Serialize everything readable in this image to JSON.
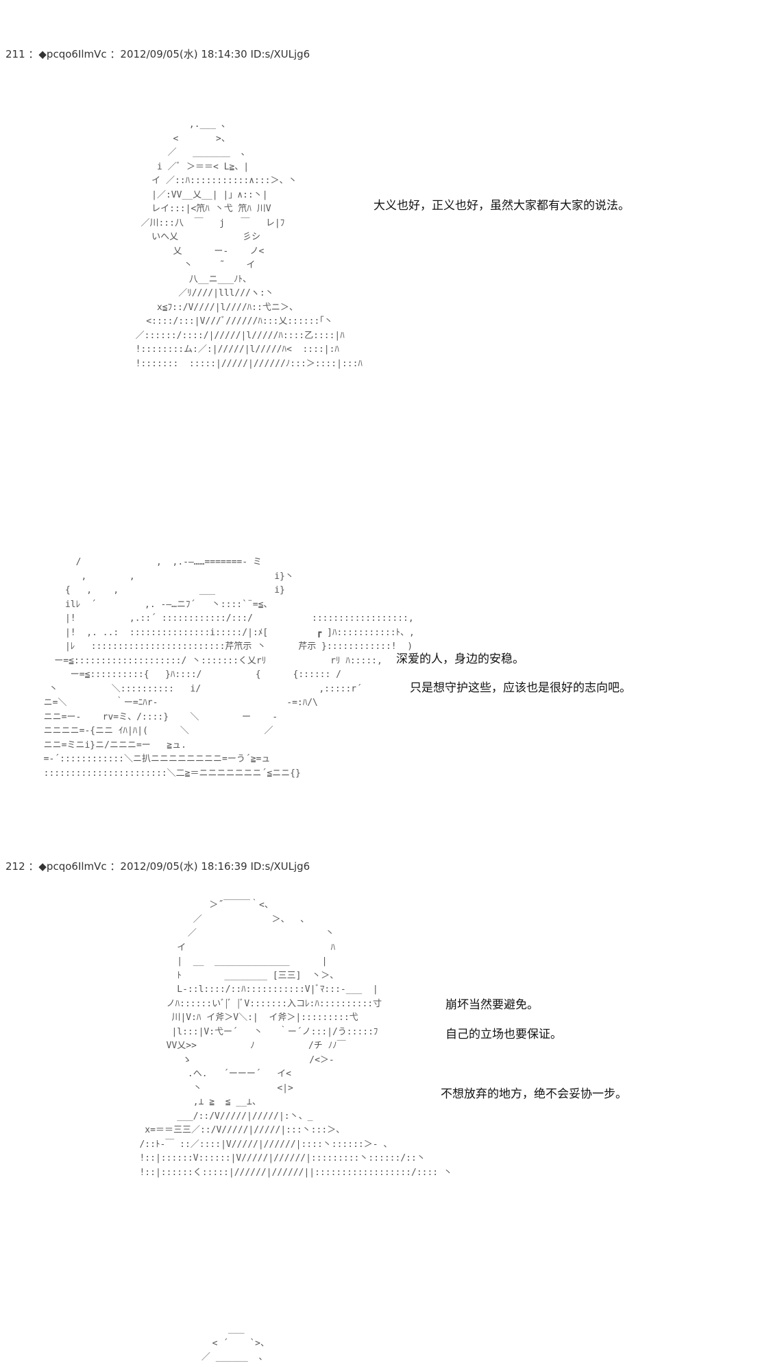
{
  "posts": [
    {
      "header": "211 ：◆pcqo6IlmVc ：2012/09/05(水) 18:14:30 ID:s/XULjg6",
      "panels": [
        {
          "art": "            ,.___ 、\n         <       >、\n        ／   _______  、\n      i ／ﾞ ＞＝＝< L≧、|\n     イ ／::ﾊ:::::::::::∧:::＞、丶\n     |／:VV__乂__| |」∧::丶|\n     レイ:::|<笊ﾊ 丶弋 笊ﾊ 川V\n   ／川:::八  ￣   j   ￣   レ|ﾌ\n     いへ乂            彡シ\n         乂      ー-    ノ<\n           丶     ˜    イ\n            八__ニ___ﾉﾄ、\n          ／ﾘ////|lll///ヽ:丶\n      x≦ﾌ::/V////|l////ﾊ::弋ニ＞、\n    <::::/:::|V///ﾞ//////ﾊ:::乂::::::｢丶\n  ／::::::/::::/|/////|l/////ﾊ::::乙::::|ﾊ\n  !::::::::ム:／:|/////|l/////ﾊ<  ::::|:ﾊ\n  !:::::::  :::::|/////|//////ﾉ:::＞::::|:::ﾊ",
          "lines": [
            "大义也好，正义也好，虽然大家都有大家的说法。"
          ]
        },
        {
          "art": "        /              ,  ,.-―……=======- ミ\n         ,        ,                          i}丶\n      {   ,    ,               ___           i}\n      ilﾚ  ´         ,. -―…ニﾌ´   丶::::`¨=≦、\n      |!          ,.::´ ::::::::::::/:::/           ::::::::::::::::::,\n      |!  ,. ..:  :::::::::::::::i:::::/|:ﾒ[         ┏ ]ﾊ:::::::::::ﾄ、,\n      |ﾚ   :::::::::::::::::::::::::芹笊示 丶      芹示 }::::::::::::!  )\n    ー=≦::::::::::::::::::::/ 丶:::::::く乂rﾘ            rﾘ ﾊ:::::,\n       ー=≦::::::::::{   }ﾊ::::/          {      {:::::: /\n   丶          ＼::::::::::   i/                      ,:::::r´\n  ニ=＼         ｀ー=ﾆﾊr-                        -=:ﾊ/\\\n  ニニ=ー-    rv=ミ、/::::}    ＼        ー    -\n  ニニニニ=-{ニニ ｲﾊ|ﾊ|(      ＼              ／\n  ニニ=ミニi}ニ/ニニニ=ー   ≧ュ.\n  =-´::::::::::::＼ニ扒ニニニニニニニニ=ーう´≧=ュ\n  :::::::::::::::::::::::＼二≧＝ニニニニニニニ´≦ニニ{}",
          "lines": [
            "深爱的人，身边的安稳。",
            "只是想守护这些，应该也是很好的志向吧。"
          ]
        }
      ]
    },
    {
      "header": "212 ：◆pcqo6IlmVc ：2012/09/05(水) 18:16:39 ID:s/XULjg6",
      "panels": [
        {
          "art": "                ＞˝￣￣￣｀<、\n             ／             ＞、  、\n            ／                        丶\n          イ                           ﾊ\n          |  __  ______________      |\n          ﾄ        ________ [三三]  丶＞、\n          L-::l::::/::ﾊ:::::::::::V|ﾞﾏ:::-___  |\n        ノﾊ::::::いﾞ|ﾞ |ﾞV:::::::入コﾚ:ﾊ::::::::::寸\n         川|V:ﾊ イ斧＞V＼:|  イ斧＞|:::::::::弋\n         |l:::|V:弋ー´   丶   ｀ー´ノ:::|/う:::::ﾌ\n        VV乂>>          ﾉ          /チ ﾉﾉ￣\n           ゝ                      /<＞-\n            .へ.   ´ーーー´   イ<\n             丶              <|>\n             ,⊥ ≧  ≦ __⊥、\n          ___/::/V/////|/////|:丶、_\n    x=＝＝三三／::/V/////|/////|:::丶:::＞、\n   /::ﾄ-￣ ::／::::|V/////|//////|::::丶::::::＞- 、\n   !::|::::::V::::::|V/////|//////|:::::::::丶::::::/::丶\n   !::|::::::く:::::|//////|//////||::::::::::::::::::/:::: 丶",
          "lines": [
            "崩坏当然要避免。",
            "自己的立场也要保证。",
            "不想放弃的地方，绝不会妥协一步。"
          ]
        },
        {
          "art": "                 ___\n              < ´    `>、\n            ／ ______  、",
          "lines": []
        }
      ]
    }
  ]
}
